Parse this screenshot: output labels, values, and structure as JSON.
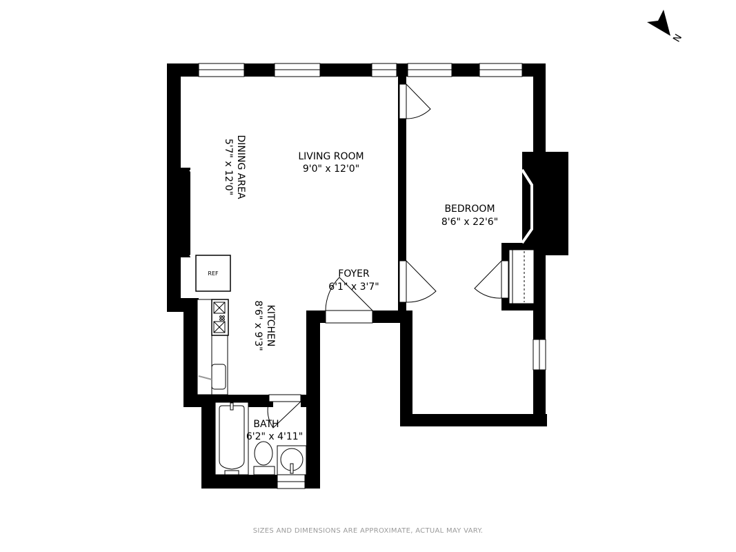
{
  "floorplan": {
    "rooms": [
      {
        "id": "living",
        "name": "LIVING ROOM",
        "dims": "9'0\" x 12'0\""
      },
      {
        "id": "dining",
        "name": "DINING AREA",
        "dims": "5'7\" x 12'0\""
      },
      {
        "id": "bedroom",
        "name": "BEDROOM",
        "dims": "8'6\" x 22'6\""
      },
      {
        "id": "foyer",
        "name": "FOYER",
        "dims": "6'1\" x 3'7\""
      },
      {
        "id": "kitchen",
        "name": "KITCHEN",
        "dims": "8'6\" x 9'3\""
      },
      {
        "id": "bath",
        "name": "BATH",
        "dims": "6'2\" x 4'11\""
      }
    ],
    "fixtures": {
      "ref_label": "REF"
    },
    "compass": {
      "label": "N",
      "icon": "north-arrow-icon"
    },
    "colors": {
      "wall": "#000000",
      "background": "#ffffff",
      "footer_text": "#9a9a9a"
    }
  },
  "footer": {
    "disclaimer": "SIZES AND DIMENSIONS ARE APPROXIMATE, ACTUAL MAY VARY."
  }
}
